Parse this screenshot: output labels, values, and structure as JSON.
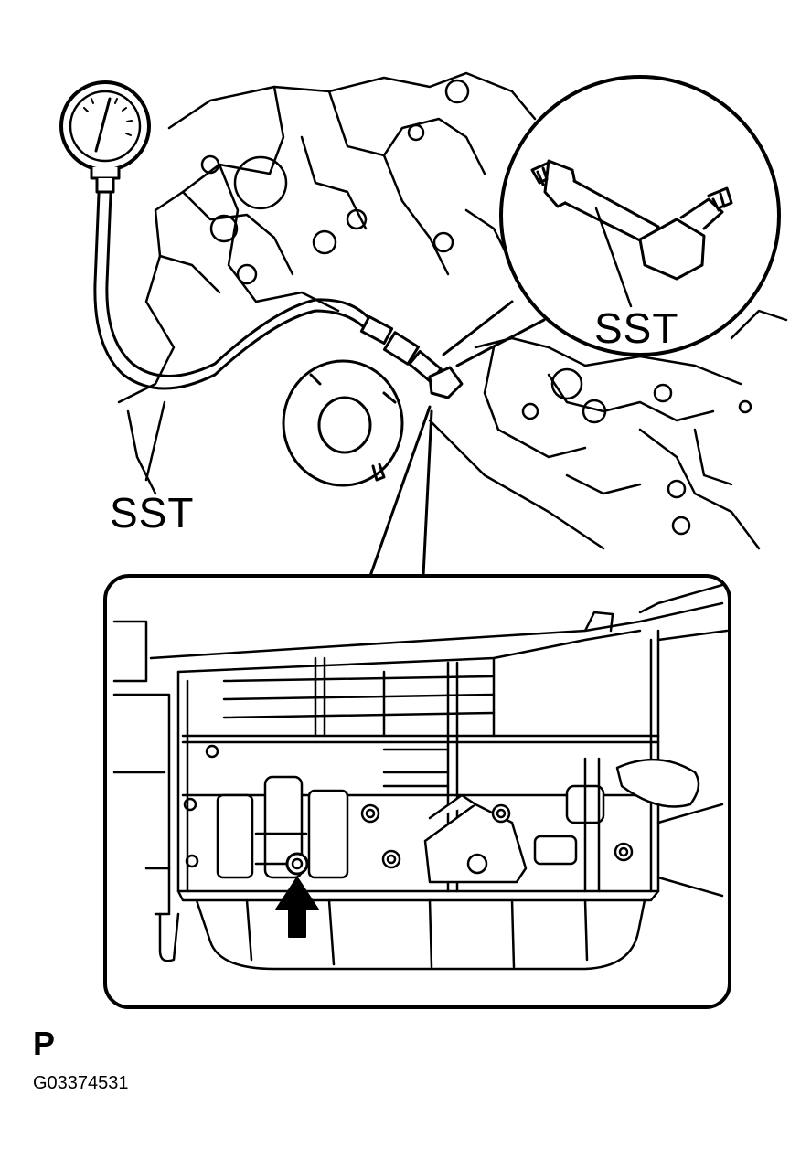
{
  "labels": {
    "sst_gauge": "SST",
    "sst_detail": "SST",
    "view_code": "P",
    "figure_id": "G03374531"
  },
  "colors": {
    "ink": "#000000",
    "paper": "#ffffff"
  },
  "icons": {
    "pressure_gauge": "pressure-gauge-icon",
    "arrow": "up-arrow-icon"
  }
}
